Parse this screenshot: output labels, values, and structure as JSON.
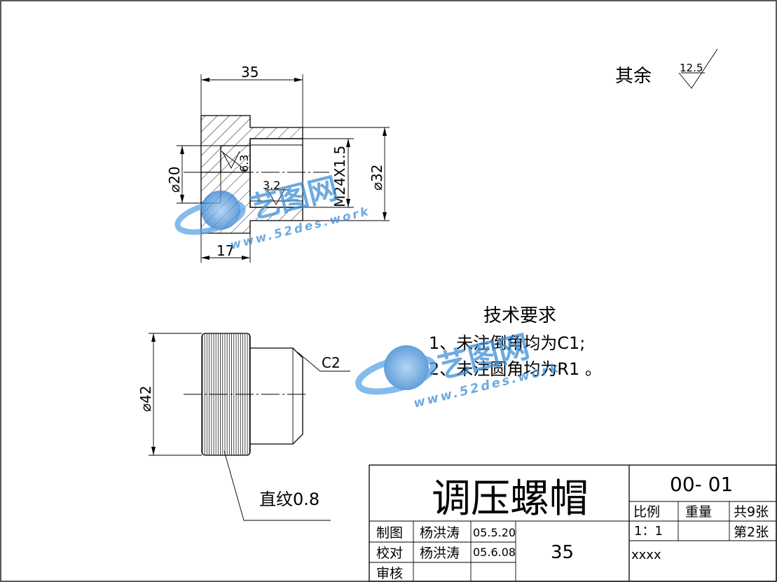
{
  "surface_finish": {
    "label": "其余",
    "value": "12.5"
  },
  "tech_requirements": {
    "title": "技术要求",
    "items": [
      "1、未注倒角均为C1;",
      "2、未注圆角均为R1  。"
    ]
  },
  "section_view": {
    "dims": {
      "length_total": "35",
      "length_head": "17",
      "dia_bore": "⌀20",
      "thread": "M24X1.5",
      "dia_outer": "⌀32"
    },
    "roughness": [
      "6.3",
      "3.2"
    ]
  },
  "front_view": {
    "dia_knurl": "⌀42",
    "chamfer": "C2",
    "knurl_note": "直纹0.8"
  },
  "watermark": {
    "brand": "艺图网",
    "url": "www.52des.work"
  },
  "title_block": {
    "part_name": "调压螺帽",
    "drawing_no": "00-  01",
    "scale_label": "比例",
    "weight_label": "重量",
    "sheets_total": "共9张",
    "scale_value": "1：1",
    "sheet_no": "第2张",
    "drawn_label": "制图",
    "drawn_by": "杨洪涛",
    "drawn_date": "05.5.20",
    "checked_label": "校对",
    "checked_by": "杨洪涛",
    "checked_date": "05.6.08",
    "approved_label": "审核",
    "material": "35",
    "company": "xxxx"
  }
}
